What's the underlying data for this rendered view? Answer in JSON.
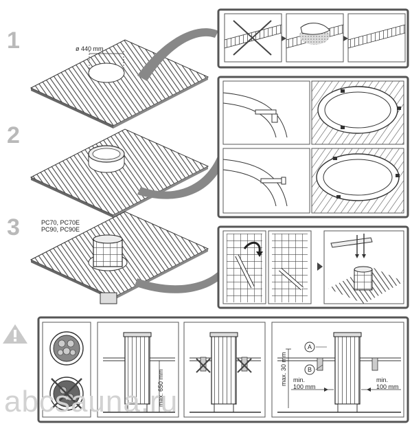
{
  "steps": {
    "s1": "1",
    "s2": "2",
    "s3": "3"
  },
  "labels": {
    "diameter": "ø 440 mm",
    "models_line1": "PC70, PC70E",
    "models_line2": "PC90, PC90E",
    "max_height": "max. 650 mm",
    "max_30": "max. 30 mm",
    "min_left_1": "min.",
    "min_left_2": "100 mm",
    "min_right_1": "min.",
    "min_right_2": "100 mm",
    "marker_a": "A",
    "marker_b": "B"
  },
  "watermark": "abcsauna.ru",
  "colors": {
    "panel_border": "#555555",
    "step_number": "#b9b9b9",
    "line": "#333333"
  }
}
